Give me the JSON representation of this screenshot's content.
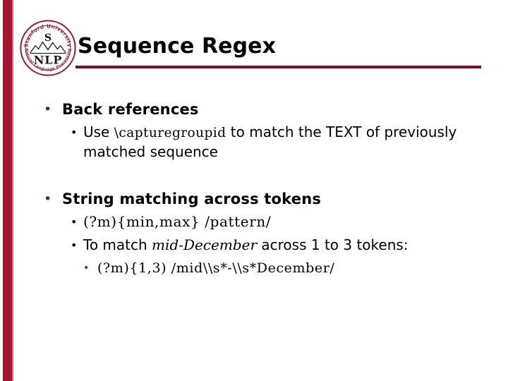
{
  "slide": {
    "title": "Sequence Regex",
    "accent_bar_color": "#a3142e",
    "rule_color": "#7b0f28",
    "bullet_color_level1": "#7b1a1a",
    "bullet_color_level2": "#000000",
    "bullet_color_level3": "#7b1a1a",
    "background_color": "#ffffff",
    "text_color": "#000000"
  },
  "logo": {
    "name": "stanford-nlp-seal",
    "top_arc_text": "Stanford University",
    "bottom_arc_text": "Natural Language Processing",
    "center_letter": "S",
    "center_acronym": "NLP",
    "color": "#8c1d33"
  },
  "content": {
    "bullet_glyph_level1": "•",
    "bullet_glyph_level2": "•",
    "bullet_glyph_level3": "•",
    "b1": {
      "label": "Back references"
    },
    "b1s1": {
      "pre": "Use ",
      "code": "\\capturegroupid",
      "post": " to match the TEXT of previously matched sequence"
    },
    "b2": {
      "label": "String matching across tokens"
    },
    "b2s1": {
      "code": "(?m){min,max} /pattern/"
    },
    "b2s2": {
      "pre": "To match ",
      "emph": "mid-December",
      "post": " across 1 to 3 tokens:"
    },
    "b2s2a": {
      "code": "(?m){1,3)  /mid\\\\s*-\\\\s*December/"
    }
  }
}
